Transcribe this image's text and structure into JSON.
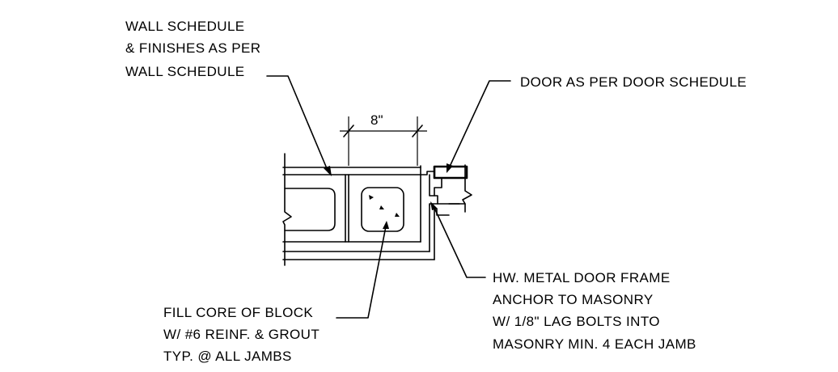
{
  "notes": {
    "wall_schedule": {
      "line1": "WALL SCHEDULE",
      "line2": "& FINISHES AS PER",
      "line3": "WALL SCHEDULE"
    },
    "door": {
      "line1": "DOOR AS PER DOOR SCHEDULE"
    },
    "door_frame": {
      "line1": "HW. METAL DOOR FRAME",
      "line2": "ANCHOR TO MASONRY",
      "line3": "W/ 1/8\" LAG BOLTS INTO",
      "line4": "MASONRY MIN. 4 EACH JAMB"
    },
    "fill_core": {
      "line1": "FILL CORE OF BLOCK",
      "line2": "W/ #6 REINF. & GROUT",
      "line3": "TYP. @ ALL JAMBS"
    }
  },
  "dimension": {
    "width_label": "8\""
  }
}
